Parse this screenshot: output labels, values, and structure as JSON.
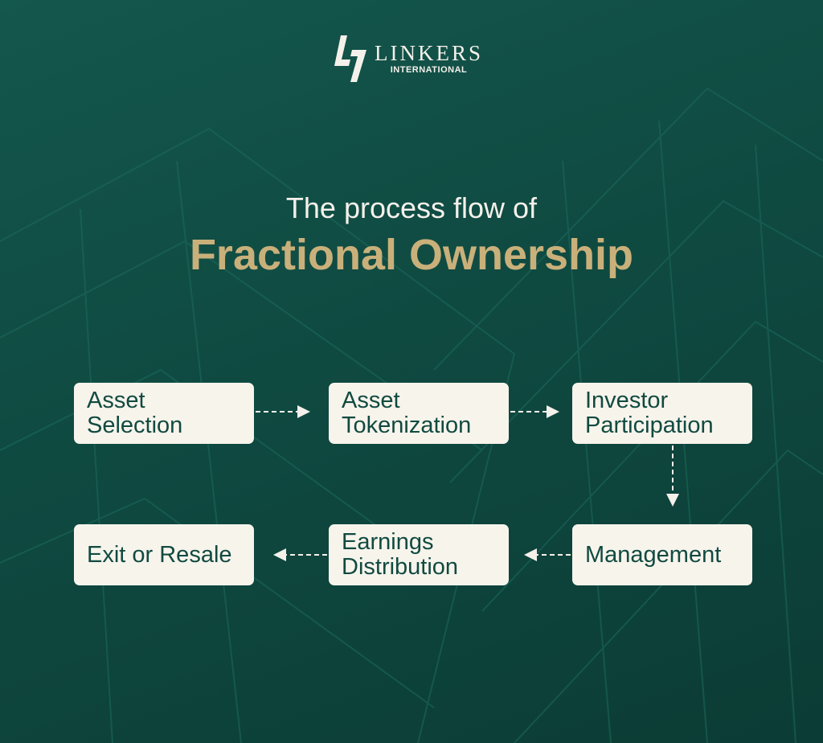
{
  "logo": {
    "name": "LINKERS",
    "subtitle": "INTERNATIONAL"
  },
  "title": {
    "line1": "The process flow of",
    "line2": "Fractional Ownership"
  },
  "steps": [
    {
      "label": "Asset Selection"
    },
    {
      "label": "Asset Tokenization"
    },
    {
      "label": "Investor Participation"
    },
    {
      "label": "Management"
    },
    {
      "label": "Earnings Distribution"
    },
    {
      "label": "Exit or Resale"
    }
  ],
  "colors": {
    "background": "#0f4a41",
    "accent": "#c9b07a",
    "box": "#f7f4ec",
    "box_text": "#114a40"
  }
}
